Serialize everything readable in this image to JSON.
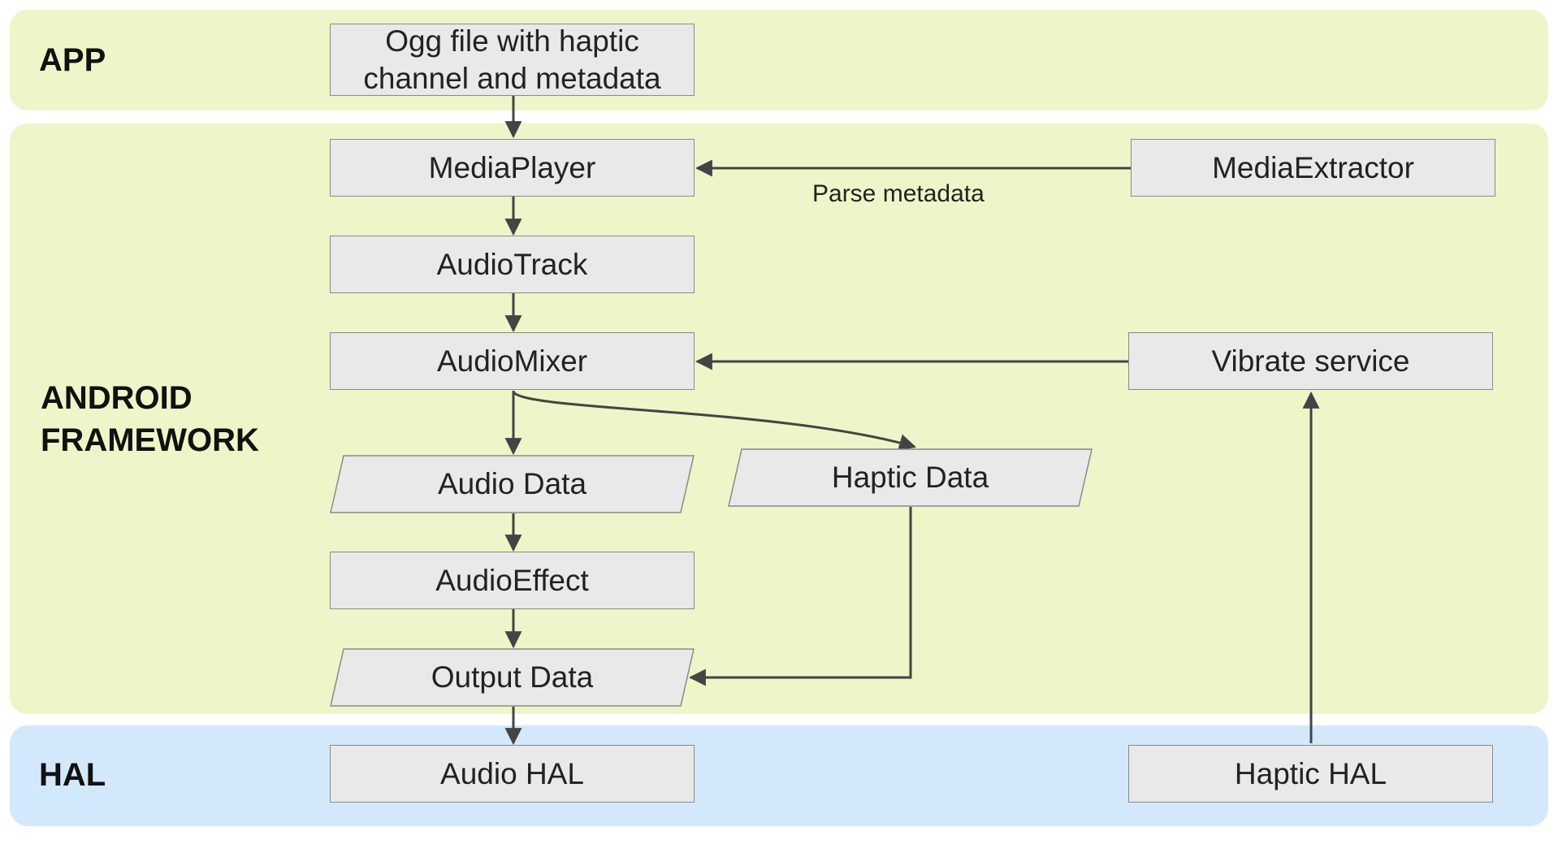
{
  "layers": {
    "app": "APP",
    "framework": "ANDROID\nFRAMEWORK",
    "hal": "HAL"
  },
  "nodes": {
    "ogg_file": "Ogg file with haptic\nchannel and metadata",
    "media_player": "MediaPlayer",
    "media_extractor": "MediaExtractor",
    "audio_track": "AudioTrack",
    "audio_mixer": "AudioMixer",
    "vibrate_service": "Vibrate service",
    "audio_data": "Audio Data",
    "haptic_data": "Haptic Data",
    "audio_effect": "AudioEffect",
    "output_data": "Output Data",
    "audio_hal": "Audio HAL",
    "haptic_hal": "Haptic HAL"
  },
  "edge_labels": {
    "parse_metadata": "Parse metadata"
  },
  "colors": {
    "app_layer": "#eef5c8",
    "framework_layer": "#eef5c8",
    "hal_layer": "#d3e9fb",
    "node_fill": "#e9e9e9",
    "node_border": "#8a8a8a",
    "arrow": "#444444"
  }
}
